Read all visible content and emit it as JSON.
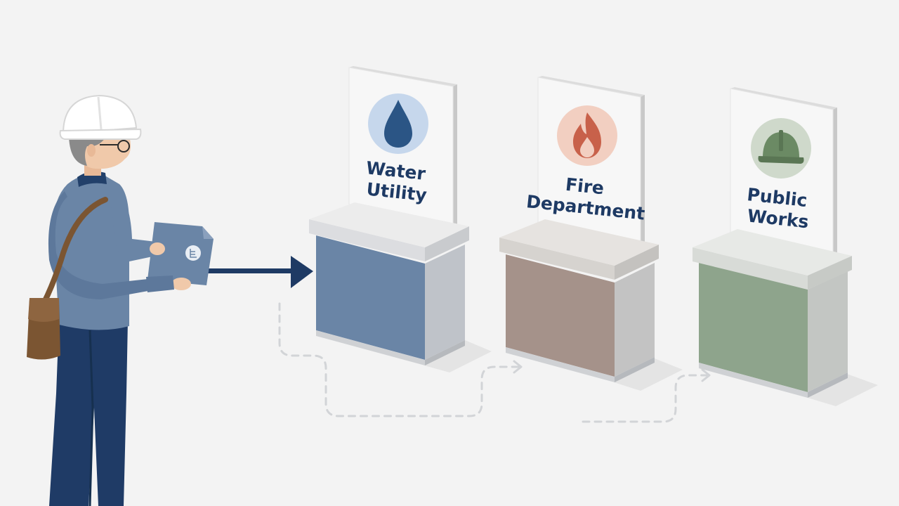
{
  "colors": {
    "background": "#f3f3f3",
    "navy": "#1e3a64",
    "water_desk": "#6a85a6",
    "water_icon_bg": "#c6d7ec",
    "water_icon": "#2b5585",
    "fire_desk": "#a5928a",
    "fire_icon_bg": "#f2cfc1",
    "fire_icon": "#c8614a",
    "works_desk": "#8ea48c",
    "works_icon_bg": "#cfd9cb",
    "works_icon": "#6b8a64",
    "dashed_path": "#d2d4d7"
  },
  "counters": [
    {
      "id": "water",
      "icon": "water-drop-icon",
      "label_lines": [
        "Water",
        "Utility"
      ]
    },
    {
      "id": "fire",
      "icon": "flame-icon",
      "label_lines": [
        "Fire",
        "Department"
      ]
    },
    {
      "id": "works",
      "icon": "hard-hat-icon",
      "label_lines": [
        "Public",
        "Works"
      ]
    }
  ],
  "figure": {
    "role": "worker",
    "holding": "document-folder",
    "wearing": "hard-hat"
  }
}
